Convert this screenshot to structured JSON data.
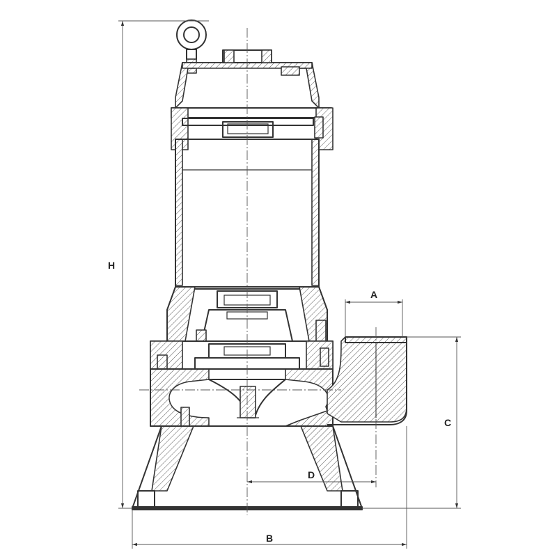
{
  "dimension_labels": {
    "a": "A",
    "b": "B",
    "c": "C",
    "d": "D",
    "h": "H"
  }
}
